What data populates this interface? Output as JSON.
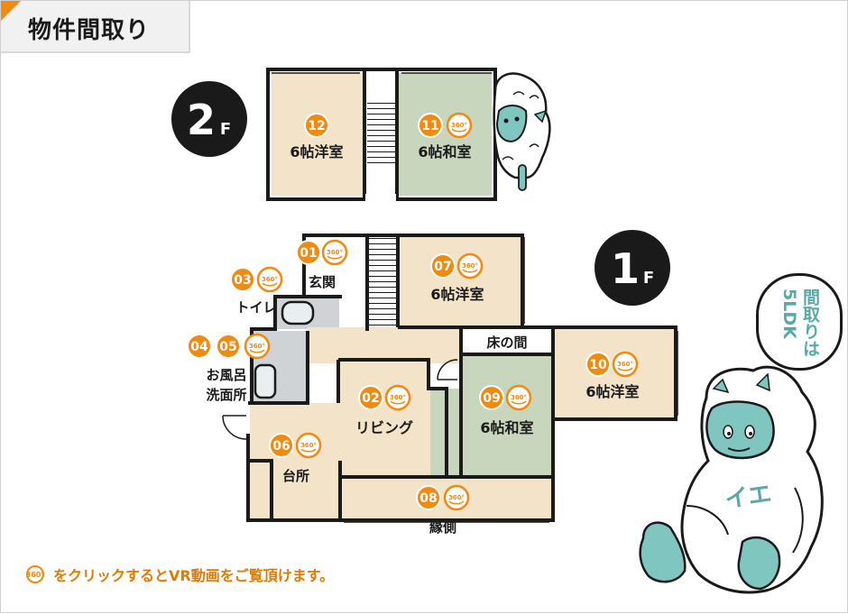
{
  "page_title": "物件間取り",
  "colors": {
    "accent": "#f08a10",
    "wall": "#1a1a1a",
    "western_room": "#f3e3c8",
    "japanese_room": "#c7d6bc",
    "wet_area": "#cfd3d6",
    "floor_badge": "#1a1a1a"
  },
  "floors": [
    {
      "number": "2",
      "suffix": "F"
    },
    {
      "number": "1",
      "suffix": "F"
    }
  ],
  "vr_badge_text": "360°",
  "rooms": [
    {
      "num": "12",
      "label": "6帖洋室",
      "vr": false
    },
    {
      "num": "11",
      "label": "6帖和室",
      "vr": true
    },
    {
      "num": "01",
      "label": "玄関",
      "vr": true
    },
    {
      "num": "03",
      "label": "トイレ",
      "vr": true
    },
    {
      "num": "04",
      "num2": "05",
      "label": "お風呂",
      "label2": "洗面所",
      "vr": true
    },
    {
      "num": "07",
      "label": "6帖洋室",
      "vr": true
    },
    {
      "num": "02",
      "label": "リビング",
      "vr": true
    },
    {
      "num": "09",
      "label": "6帖和室",
      "vr": true
    },
    {
      "num": "06",
      "label": "台所",
      "vr": true
    },
    {
      "num": "08",
      "label": "縁側",
      "vr": true
    },
    {
      "num": "10",
      "label": "6帖洋室",
      "vr": true
    }
  ],
  "tokonoma_label": "床の間",
  "footer": {
    "icon_text": "360°",
    "note": "をクリックするとVR動画をご覧頂けます。"
  },
  "speech_bubble": {
    "lines": [
      "間取りは",
      "5LDK"
    ]
  },
  "mascot_belly_text": "イエ"
}
